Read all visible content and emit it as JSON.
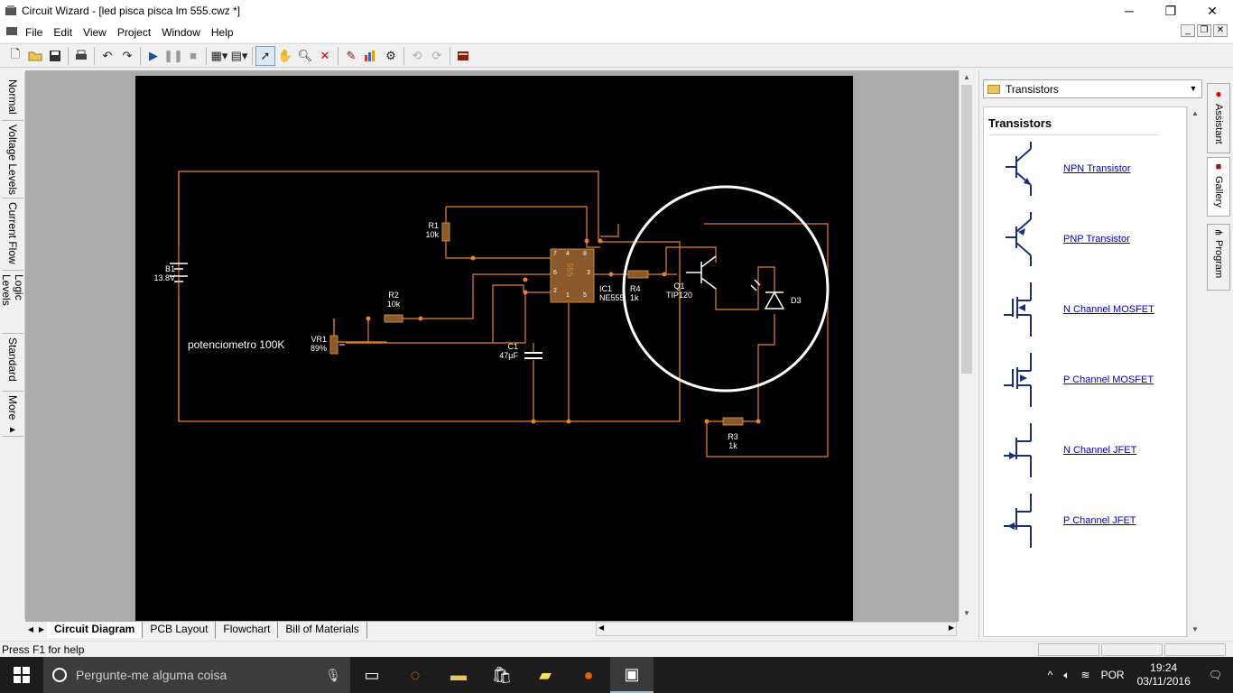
{
  "window": {
    "title": "Circuit Wizard - [led pisca pisca lm 555.cwz *]",
    "minimize": "─",
    "maximize": "❐",
    "close": "✕"
  },
  "menu": [
    "File",
    "Edit",
    "View",
    "Project",
    "Window",
    "Help"
  ],
  "left_tabs": [
    "Normal",
    "Voltage Levels",
    "Current Flow",
    "Logic Levels",
    "Standard",
    "More ▸"
  ],
  "circuit": {
    "b1": "B1",
    "b1_value": "13.8V",
    "r1": "R1",
    "r1_value": "10k",
    "r2": "R2",
    "r2_value": "10k",
    "vr1": "VR1",
    "vr1_value": "89%",
    "note": "potenciometro 100K",
    "ic1": "IC1",
    "ic1_value": "NE555",
    "ic_body": "555",
    "c1": "C1",
    "c1_value": "47µF",
    "r4": "R4",
    "r4_value": "1k",
    "q1": "Q1",
    "q1_value": "TIP120",
    "d3": "D3",
    "r3": "R3",
    "r3_value": "1k",
    "pins": [
      "7",
      "4",
      "8",
      "6",
      "3",
      "2",
      "1",
      "5"
    ]
  },
  "doc_tabs": [
    "Circuit Diagram",
    "PCB Layout",
    "Flowchart",
    "Bill of Materials"
  ],
  "status": "Press F1 for help",
  "panel": {
    "category": "Transistors",
    "heading": "Transistors",
    "items": [
      "NPN Transistor",
      "PNP Transistor",
      "N Channel MOSFET",
      "P Channel MOSFET",
      "N Channel JFET",
      "P Channel JFET"
    ]
  },
  "right_tabs": [
    "Assistant",
    "Gallery",
    "Program"
  ],
  "taskbar": {
    "search_placeholder": "Pergunte-me alguma coisa",
    "lang": "POR",
    "time": "19:24",
    "date": "03/11/2016"
  },
  "colors": {
    "wire": "#e8822a",
    "component": "#8b5a2b",
    "highlight": "#ffffff",
    "link": "#0000cc"
  }
}
